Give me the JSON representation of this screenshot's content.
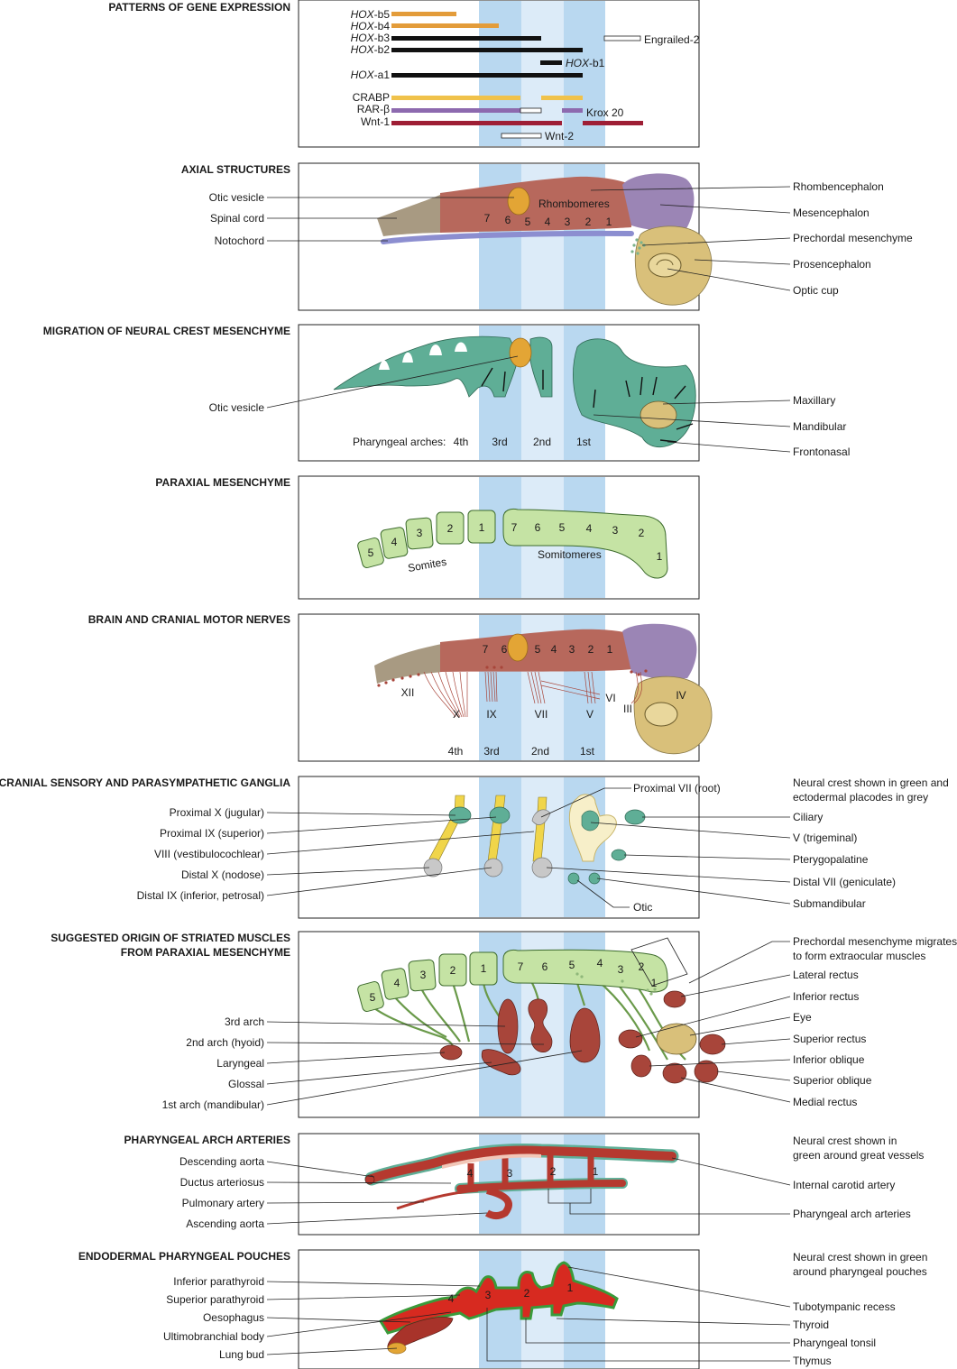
{
  "colors": {
    "band_dark": "#b9d8f0",
    "band_light": "#dcebf8",
    "green": "#5fae96",
    "light_green": "#c5e3a4",
    "hindbrain": "#b7685c",
    "spinal": "#a89a82",
    "purple": "#9b85b5",
    "yellow": "#d9c07a",
    "otic": "#e3a535",
    "muscle": "#a8453a",
    "artery": "#b5392f",
    "grey": "#c8c8c8"
  },
  "gene": {
    "title": "PATTERNS OF GENE EXPRESSION",
    "bars": [
      {
        "label": "HOX-b5",
        "pre": "HOX",
        "suf": "-b5",
        "color": "#e39c3a"
      },
      {
        "label": "HOX-b4",
        "pre": "HOX",
        "suf": "-b4",
        "color": "#e39c3a"
      },
      {
        "label": "HOX-b3",
        "pre": "HOX",
        "suf": "-b3",
        "color": "#111111"
      },
      {
        "label": "HOX-b2",
        "pre": "HOX",
        "suf": "-b2",
        "color": "#111111"
      },
      {
        "label": "HOX-b1",
        "pre": "HOX",
        "suf": "-b1",
        "color": "#111111"
      },
      {
        "label": "HOX-a1",
        "pre": "HOX",
        "suf": "-a1",
        "color": "#111111"
      },
      {
        "label": "CRABP",
        "color": "#f0c24b"
      },
      {
        "label": "RAR-β",
        "color": "#8d6aaf"
      },
      {
        "label": "Krox 20",
        "color": "#8d6aaf"
      },
      {
        "label": "Wnt-1",
        "color": "#9e1e35"
      },
      {
        "label": "Wnt-2",
        "color": "#ffffff"
      },
      {
        "label": "Engrailed-2",
        "color": "#ffffff"
      }
    ]
  },
  "axial": {
    "title": "AXIAL STRUCTURES",
    "left_labels": [
      "Otic vesicle",
      "Spinal cord",
      "Notochord"
    ],
    "right_labels": [
      "Rhombencephalon",
      "Mesencephalon",
      "Prechordal mesenchyme",
      "Prosencephalon",
      "Optic cup"
    ],
    "center_label": "Rhombomeres",
    "rhombomeres": [
      "7",
      "6",
      "5",
      "4",
      "3",
      "2",
      "1"
    ]
  },
  "migration": {
    "title": "MIGRATION OF NEURAL CREST MESENCHYME",
    "left_labels": [
      "Otic vesicle"
    ],
    "right_labels": [
      "Maxillary",
      "Mandibular",
      "Frontonasal"
    ],
    "arch_caption": "Pharyngeal arches:",
    "arches": [
      "4th",
      "3rd",
      "2nd",
      "1st"
    ]
  },
  "paraxial": {
    "title": "PARAXIAL MESENCHYME",
    "somites": [
      "5",
      "4",
      "3",
      "2",
      "1"
    ],
    "somites_label": "Somites",
    "somitomeres": [
      "7",
      "6",
      "5",
      "4",
      "3",
      "2",
      "1"
    ],
    "somitomeres_label": "Somitomeres"
  },
  "brain": {
    "title": "BRAIN AND CRANIAL MOTOR NERVES",
    "rhombomeres": [
      "7",
      "6",
      "5",
      "4",
      "3",
      "2",
      "1"
    ],
    "nerves": [
      "XII",
      "X",
      "IX",
      "VII",
      "V",
      "VI",
      "III",
      "IV"
    ],
    "arches": [
      "4th",
      "3rd",
      "2nd",
      "1st"
    ]
  },
  "ganglia": {
    "title": "CRANIAL SENSORY AND PARASYMPATHETIC GANGLIA",
    "note": [
      "Neural crest shown in green and",
      "ectodermal placodes in grey"
    ],
    "top_label": "Proximal VII (root)",
    "bottom_label": "Otic",
    "left_labels": [
      "Proximal X (jugular)",
      "Proximal IX (superior)",
      "VIII (vestibulocochlear)",
      "Distal X (nodose)",
      "Distal IX (inferior, petrosal)"
    ],
    "right_labels": [
      "Ciliary",
      "V (trigeminal)",
      "Pterygopalatine",
      "Distal VII (geniculate)",
      "Submandibular"
    ]
  },
  "muscles": {
    "title": [
      "SUGGESTED ORIGIN OF STRIATED MUSCLES",
      "FROM PARAXIAL MESENCHYME"
    ],
    "top_note": [
      "Prechordal mesenchyme migrates",
      "to form extraocular muscles"
    ],
    "somites": [
      "5",
      "4",
      "3",
      "2",
      "1"
    ],
    "somitomeres": [
      "7",
      "6",
      "5",
      "4",
      "3",
      "2",
      "1"
    ],
    "left_labels": [
      "3rd arch",
      "2nd arch (hyoid)",
      "Laryngeal",
      "Glossal",
      "1st arch (mandibular)"
    ],
    "right_labels": [
      "Lateral rectus",
      "Inferior rectus",
      "Eye",
      "Superior rectus",
      "Inferior oblique",
      "Superior oblique",
      "Medial rectus"
    ]
  },
  "arteries": {
    "title": "PHARYNGEAL ARCH ARTERIES",
    "note": [
      "Neural crest shown in",
      "green around great vessels"
    ],
    "left_labels": [
      "Descending aorta",
      "Ductus arteriosus",
      "Pulmonary artery",
      "Ascending aorta"
    ],
    "right_labels": [
      "Internal carotid artery",
      "Pharyngeal arch arteries"
    ],
    "numbers": [
      "4",
      "3",
      "2",
      "1"
    ]
  },
  "pouches": {
    "title": "ENDODERMAL PHARYNGEAL POUCHES",
    "note": [
      "Neural crest shown in green",
      "around pharyngeal pouches"
    ],
    "left_labels": [
      "Inferior parathyroid",
      "Superior parathyroid",
      "Oesophagus",
      "Ultimobranchial body",
      "Lung bud"
    ],
    "right_labels": [
      "Tubotympanic recess",
      "Thyroid",
      "Pharyngeal tonsil",
      "Thymus"
    ],
    "numbers": [
      "4",
      "3",
      "2",
      "1"
    ]
  }
}
